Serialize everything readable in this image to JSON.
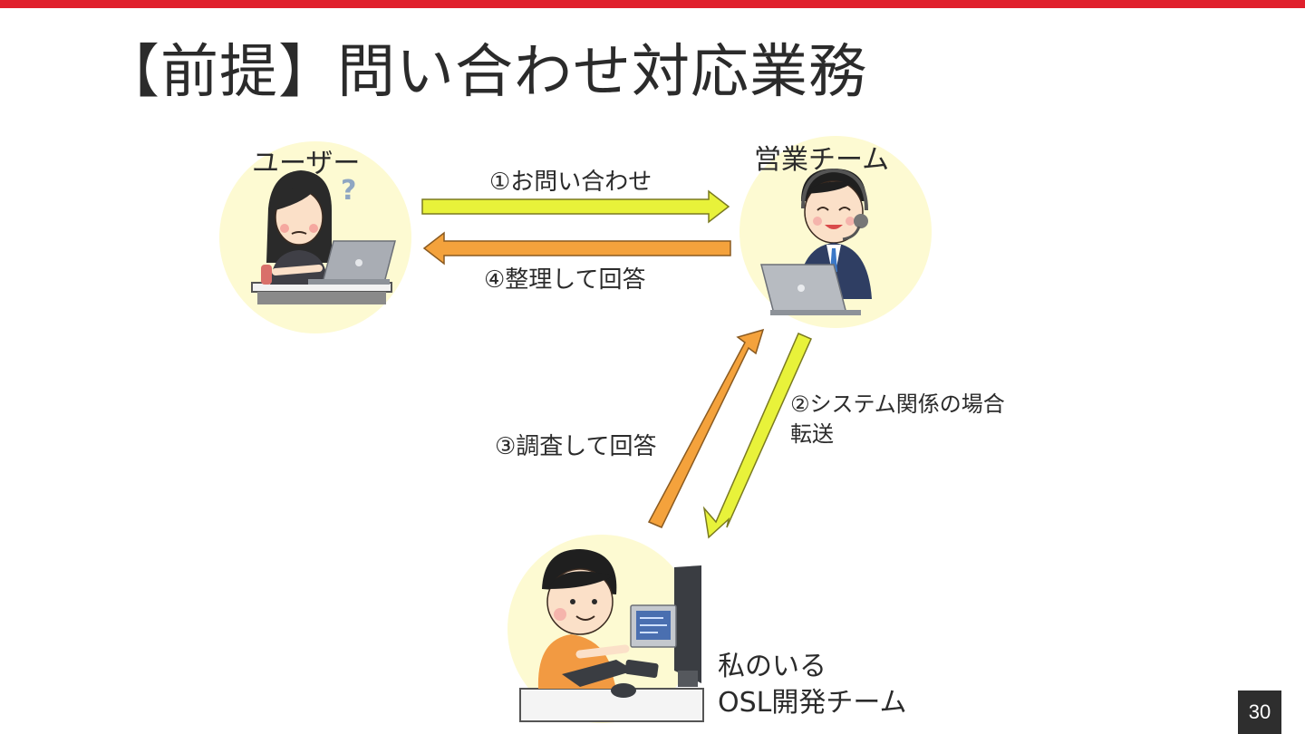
{
  "slide": {
    "title": "【前提】問い合わせ対応業務",
    "page_number": "30"
  },
  "nodes": {
    "user": {
      "label": "ユーザー",
      "icon": "confused-user-icon"
    },
    "sales": {
      "label": "営業チーム",
      "icon": "headset-operator-icon"
    },
    "osl": {
      "label_line1": "私のいる",
      "label_line2": "OSL開発チーム",
      "icon": "developer-icon"
    }
  },
  "arrows": {
    "a1": {
      "label": "①お問い合わせ"
    },
    "a2": {
      "label_line1": "②システム関係の場合",
      "label_line2": "転送"
    },
    "a3": {
      "label": "③調査して回答"
    },
    "a4": {
      "label": "④整理して回答"
    }
  },
  "colors": {
    "accent_bar": "#e0202c",
    "arrow_inquiry": "#e8f23a",
    "arrow_answer": "#f4a23c",
    "node_circle": "#fdfad2"
  }
}
